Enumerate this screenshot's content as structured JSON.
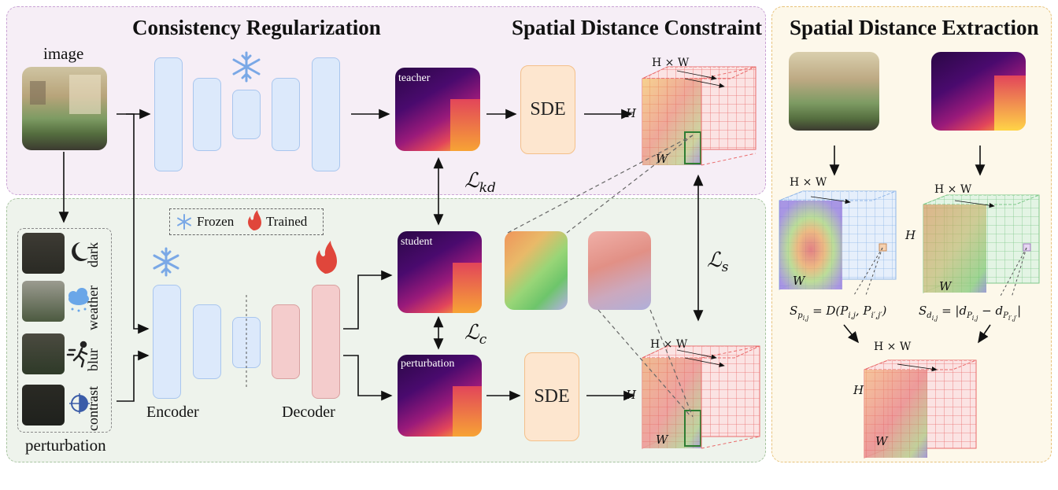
{
  "titles": {
    "consistency": "Consistency Regularization",
    "spatial_constraint": "Spatial Distance Constraint",
    "spatial_extraction": "Spatial Distance Extraction"
  },
  "labels": {
    "image": "image",
    "perturbation": "perturbation",
    "encoder": "Encoder",
    "decoder": "Decoder",
    "teacher": "teacher",
    "student": "student",
    "perturbation_map": "perturbation",
    "sde": "SDE",
    "frozen": "Frozen",
    "trained": "Trained"
  },
  "perturbations": [
    "dark",
    "weather",
    "blur",
    "contrast"
  ],
  "losses": {
    "kd": "ℒ",
    "kd_sub": "kd",
    "c": "ℒ",
    "c_sub": "c",
    "s": "ℒ",
    "s_sub": "s"
  },
  "grid_labels": {
    "hw": "H × W",
    "h": "H",
    "w": "W"
  },
  "formulas": {
    "sp": "S",
    "sp_sub": "p",
    "sp_idx": "i,j",
    "sp_rhs": "= D(P",
    "sp_rhs2": "i,j",
    "sp_rhs3": ", P",
    "sp_rhs4": "i′,j′",
    "sp_rhs5": ")",
    "sd": "S",
    "sd_sub": "d",
    "sd_idx": "i,j",
    "sd_rhs": "= |d",
    "sd_rhs2": "P",
    "sd_rhs3": "i,j",
    "sd_rhs4": " − d",
    "sd_rhs5": "P",
    "sd_rhs6": "i′,j′",
    "sd_rhs7": "|"
  },
  "icons": {
    "snowflake": "snowflake-icon",
    "flame": "flame-icon",
    "moon": "moon-icon",
    "cloud": "weather-cloud-icon",
    "runner": "motion-blur-icon",
    "contrast": "contrast-icon"
  },
  "colors": {
    "top_panel_bg": "#f6eef6",
    "top_panel_border": "#c9a3d4",
    "bottom_panel_bg": "#eef3ec",
    "bottom_panel_border": "#a7c4a0",
    "right_panel_bg": "#fdf8ea",
    "right_panel_border": "#e8c27a",
    "encoder": "#dce9fb",
    "decoder": "#f4cccc",
    "sde": "#fde6cf",
    "grid_red": "#e96b6b",
    "grid_blue": "#8fb6e8",
    "grid_green": "#7fc98a"
  }
}
